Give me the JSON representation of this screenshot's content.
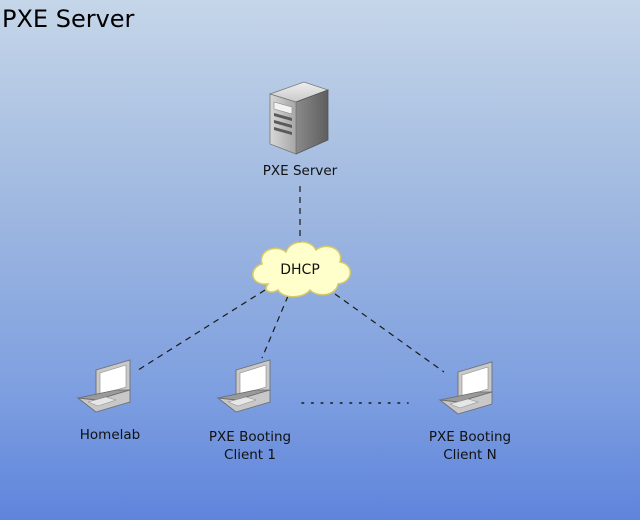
{
  "diagram": {
    "title": "PXE Server",
    "nodes": {
      "server": {
        "label": "PXE Server",
        "icon": "server-tower-icon"
      },
      "dhcp": {
        "label": "DHCP",
        "icon": "cloud-icon"
      },
      "homelab": {
        "label": "Homelab",
        "icon": "laptop-icon"
      },
      "client1": {
        "label_line1": "PXE Booting",
        "label_line2": "Client 1",
        "icon": "laptop-icon"
      },
      "clientn": {
        "label_line1": "PXE Booting",
        "label_line2": "Client N",
        "icon": "laptop-icon"
      }
    },
    "ellipsis": "...........",
    "colors": {
      "background_top": "#c5d6e9",
      "background_bottom": "#5f84dc",
      "cloud_fill": "#ffffcc",
      "cloud_stroke": "#d6c96a",
      "link_stroke": "#1a1a1a"
    }
  }
}
